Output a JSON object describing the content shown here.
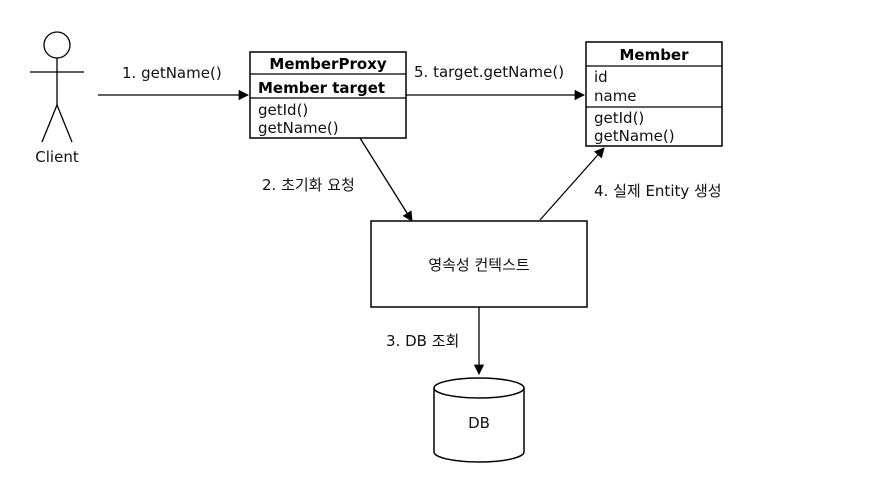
{
  "actor": {
    "label": "Client"
  },
  "proxy_class": {
    "name": "MemberProxy",
    "field": "Member target",
    "methods": [
      "getId()",
      "getName()"
    ]
  },
  "member_class": {
    "name": "Member",
    "fields": [
      "id",
      "name"
    ],
    "methods": [
      "getId()",
      "getName()"
    ]
  },
  "context": {
    "label": "영속성 컨텍스트"
  },
  "database": {
    "label": "DB"
  },
  "steps": [
    "1. getName()",
    "2. 초기화 요청",
    "3. DB 조회",
    "4. 실제 Entity 생성",
    "5. target.getName()"
  ],
  "colors": {
    "line": "#000000",
    "background": "#ffffff",
    "text": "#111111"
  }
}
